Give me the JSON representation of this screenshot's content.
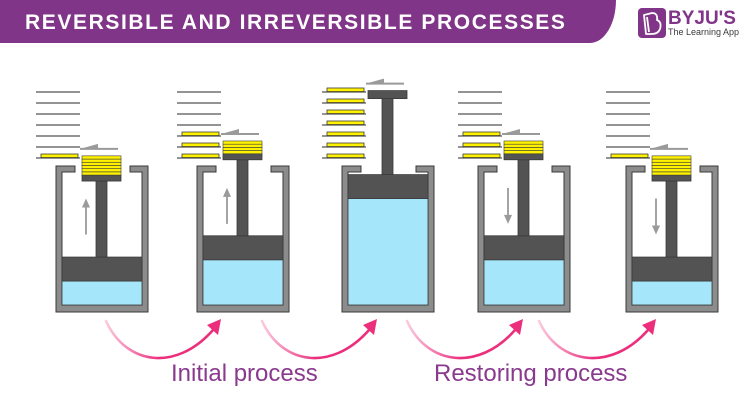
{
  "header": {
    "title": "REVERSIBLE AND IRREVERSIBLE PROCESSES"
  },
  "logo": {
    "icon": "byjus-b-logo-icon",
    "brand": "BYJU'S",
    "tagline": "The Learning App"
  },
  "process_labels": [
    {
      "text": "Initial process",
      "spans_transitions": [
        1,
        2
      ]
    },
    {
      "text": "Restoring process",
      "spans_transitions": [
        3,
        4
      ]
    }
  ],
  "colors": {
    "header_bg": "#813588",
    "title_text": "#ffffff",
    "brand": "#813588",
    "weight_yellow": "#fff200",
    "piston_dark": "#535353",
    "cylinder_gray": "#8c8c8c",
    "outline": "#3a3a3a",
    "gas_blue": "#a6e6fb",
    "guide_arrow_gray": "#9a9a9a",
    "process_arrow_pink": "#ec2f7d",
    "label_purple": "#8a3a8e",
    "shelf_line": "#555555"
  },
  "total_plates": 7,
  "shelf_count": 7,
  "stages": [
    {
      "id": 1,
      "plates_on_piston": 6,
      "plates_on_shelves": 1,
      "gas_fraction": 0.18,
      "motion": "up",
      "slide": "left"
    },
    {
      "id": 2,
      "plates_on_piston": 4,
      "plates_on_shelves": 3,
      "gas_fraction": 0.34,
      "motion": "up",
      "slide": "left"
    },
    {
      "id": 3,
      "plates_on_piston": 0,
      "plates_on_shelves": 7,
      "gas_fraction": 0.8,
      "motion": "none",
      "slide": "left"
    },
    {
      "id": 4,
      "plates_on_piston": 4,
      "plates_on_shelves": 3,
      "gas_fraction": 0.34,
      "motion": "down",
      "slide": "left"
    },
    {
      "id": 5,
      "plates_on_piston": 6,
      "plates_on_shelves": 1,
      "gas_fraction": 0.18,
      "motion": "down",
      "slide": "left"
    }
  ],
  "transitions": [
    {
      "from": 1,
      "to": 2
    },
    {
      "from": 2,
      "to": 3
    },
    {
      "from": 3,
      "to": 4
    },
    {
      "from": 4,
      "to": 5
    }
  ]
}
